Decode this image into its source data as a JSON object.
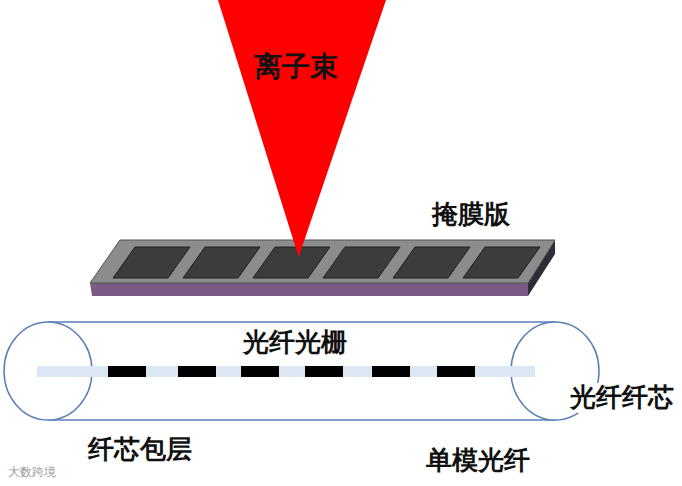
{
  "diagram": {
    "nodes": [
      {
        "text": [
          "离子束"
        ]
      }
    ],
    "labels": [
      "掩膜版",
      "光纤光栅",
      "光纤纤芯",
      "纤芯包层",
      "单模光纤",
      "大数跨境"
    ]
  }
}
